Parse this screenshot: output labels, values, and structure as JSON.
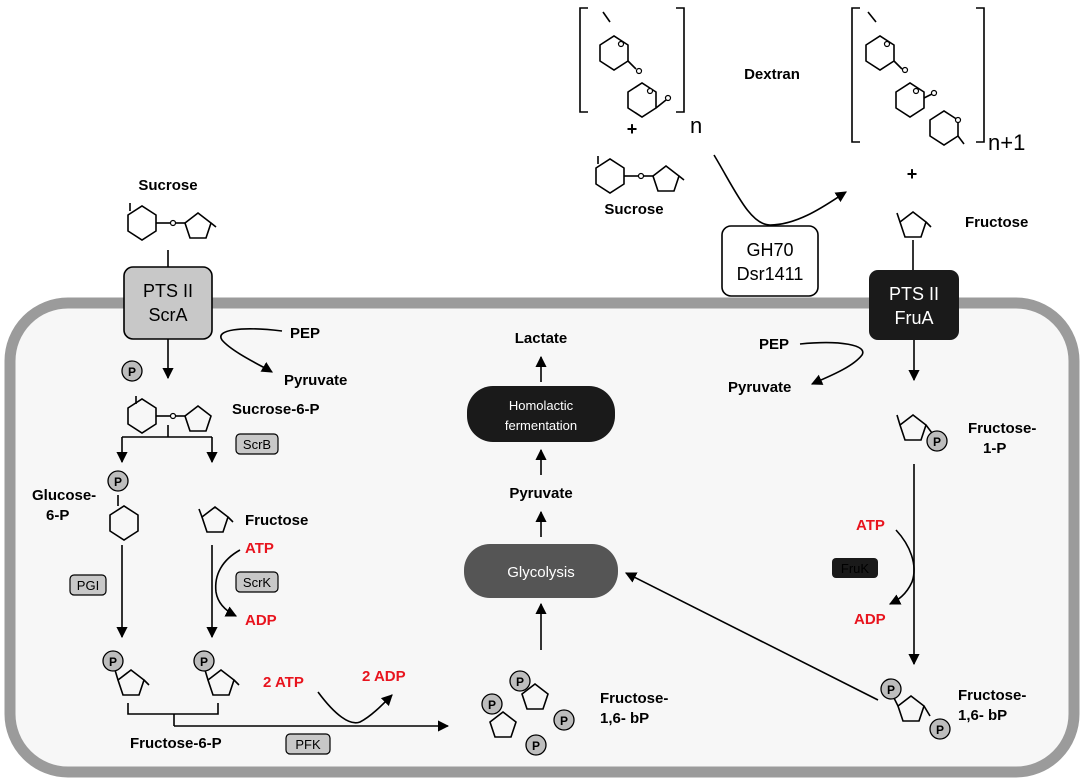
{
  "colors": {
    "cell_border": "#9b9b9b",
    "cell_fill": "#f7f7f7",
    "enzyme_gray": "#c8c8c8",
    "enzyme_black": "#1a1a1a",
    "cofactor_red": "#e8141e",
    "phosphate": "#bdbdbd",
    "glycolysis_fill": "#555555"
  },
  "left": {
    "sucrose": "Sucrose",
    "pts_line1": "PTS II",
    "pts_line2": "ScrA",
    "pep": "PEP",
    "pyruvate": "Pyruvate",
    "sucrose6p": "Sucrose-6-P",
    "scrb": "ScrB",
    "glucose6p_1": "Glucose-",
    "glucose6p_2": "6-P",
    "fructose": "Fructose",
    "atp": "ATP",
    "scrk": "ScrK",
    "adp": "ADP",
    "pgi": "PGI",
    "two_atp": "2 ATP",
    "two_adp": "2 ADP",
    "fructose6p": "Fructose-6-P",
    "pfk": "PFK",
    "fbp_1": "Fructose-",
    "fbp_2": "1,6- bP"
  },
  "center": {
    "lactate": "Lactate",
    "homolactic_1": "Homolactic",
    "homolactic_2": "fermentation",
    "pyruvate": "Pyruvate",
    "glycolysis": "Glycolysis"
  },
  "top": {
    "n": "n",
    "plus": "+",
    "dextran": "Dextran",
    "sucrose": "Sucrose",
    "gh70": "GH70",
    "dsr": "Dsr1411",
    "n_plus_1": "n+1",
    "plus2": "+",
    "fructose": "Fructose"
  },
  "right": {
    "pts_line1": "PTS II",
    "pts_line2": "FruA",
    "pep": "PEP",
    "pyruvate": "Pyruvate",
    "f1p_1": "Fructose-",
    "f1p_2": "1-P",
    "atp": "ATP",
    "fruk": "FruK",
    "adp": "ADP",
    "fbp_1": "Fructose-",
    "fbp_2": "1,6- bP"
  },
  "phosphate_label": "P"
}
